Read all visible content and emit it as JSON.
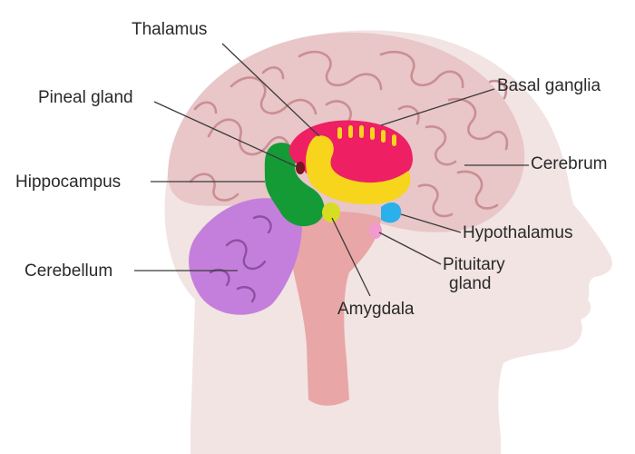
{
  "labels": {
    "thalamus": "Thalamus",
    "basal_ganglia": "Basal ganglia",
    "pineal_gland": "Pineal gland",
    "cerebrum": "Cerebrum",
    "hippocampus": "Hippocampus",
    "hypothalamus": "Hypothalamus",
    "cerebellum": "Cerebellum",
    "pituitary_line1": "Pituitary",
    "pituitary_line2": "gland",
    "amygdala": "Amygdala"
  },
  "colors": {
    "head": "#f1e4e3",
    "cerebrum": "#e9c6c8",
    "cerebrum_folds": "#c98f93",
    "brainstem": "#e9a6a6",
    "cerebellum": "#c47fdc",
    "basal_ganglia": "#ee1f63",
    "thalamus": "#f7d51d",
    "hippocampus": "#149b35",
    "hypothalamus": "#2ab0ea",
    "pituitary_gland": "#f29ad0",
    "pineal_gland": "#7a1420",
    "amygdala": "#d6dd22"
  }
}
